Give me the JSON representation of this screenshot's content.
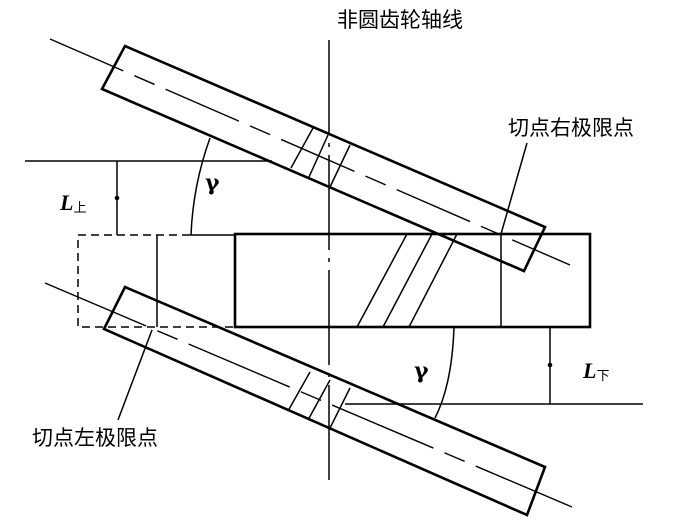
{
  "labels": {
    "axis": "非圆齿轮轴线",
    "right_limit": "切点右极限点",
    "left_limit": "切点左极限点",
    "L_upper_main": "L",
    "L_upper_sub": "上",
    "L_lower_main": "L",
    "L_lower_sub": "下",
    "gamma_upper": "γ",
    "gamma_lower": "γ"
  }
}
